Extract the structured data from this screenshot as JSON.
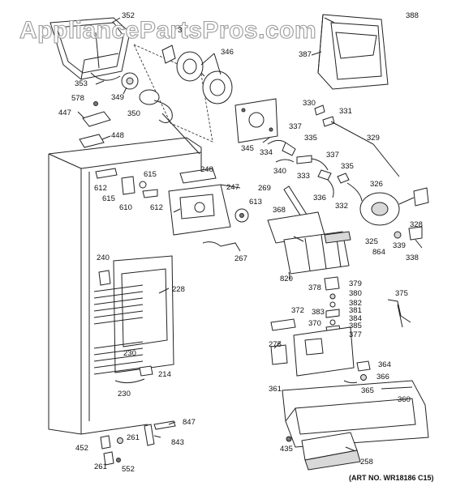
{
  "watermark": "AppliancePartsPros.com",
  "art_number": "(ART NO. WR18186 C15)",
  "callouts": [
    {
      "id": "c352",
      "text": "352"
    },
    {
      "id": "c3",
      "text": "3"
    },
    {
      "id": "c346",
      "text": "346"
    },
    {
      "id": "c388",
      "text": "388"
    },
    {
      "id": "c387",
      "text": "387"
    },
    {
      "id": "c353",
      "text": "353"
    },
    {
      "id": "c349",
      "text": "349"
    },
    {
      "id": "c578",
      "text": "578"
    },
    {
      "id": "c447",
      "text": "447"
    },
    {
      "id": "c350",
      "text": "350"
    },
    {
      "id": "c448",
      "text": "448"
    },
    {
      "id": "c330",
      "text": "330"
    },
    {
      "id": "c331",
      "text": "331"
    },
    {
      "id": "c345",
      "text": "345"
    },
    {
      "id": "c337a",
      "text": "337"
    },
    {
      "id": "c335a",
      "text": "335"
    },
    {
      "id": "c334",
      "text": "334"
    },
    {
      "id": "c329",
      "text": "329"
    },
    {
      "id": "c340",
      "text": "340"
    },
    {
      "id": "c333",
      "text": "333"
    },
    {
      "id": "c337b",
      "text": "337"
    },
    {
      "id": "c335b",
      "text": "335"
    },
    {
      "id": "c248",
      "text": "248"
    },
    {
      "id": "c615a",
      "text": "615"
    },
    {
      "id": "c612a",
      "text": "612"
    },
    {
      "id": "c615b",
      "text": "615"
    },
    {
      "id": "c610",
      "text": "610"
    },
    {
      "id": "c612b",
      "text": "612"
    },
    {
      "id": "c247",
      "text": "247"
    },
    {
      "id": "c613",
      "text": "613"
    },
    {
      "id": "c269",
      "text": "269"
    },
    {
      "id": "c336",
      "text": "336"
    },
    {
      "id": "c332",
      "text": "332"
    },
    {
      "id": "c326",
      "text": "326"
    },
    {
      "id": "c368",
      "text": "368"
    },
    {
      "id": "c328",
      "text": "328"
    },
    {
      "id": "c325",
      "text": "325"
    },
    {
      "id": "c339",
      "text": "339"
    },
    {
      "id": "c864",
      "text": "864"
    },
    {
      "id": "c338",
      "text": "338"
    },
    {
      "id": "c267",
      "text": "267"
    },
    {
      "id": "c240",
      "text": "240"
    },
    {
      "id": "c820",
      "text": "820"
    },
    {
      "id": "c379",
      "text": "379"
    },
    {
      "id": "c378",
      "text": "378"
    },
    {
      "id": "c380",
      "text": "380"
    },
    {
      "id": "c228",
      "text": "228"
    },
    {
      "id": "c382",
      "text": "382"
    },
    {
      "id": "c375",
      "text": "375"
    },
    {
      "id": "c372",
      "text": "372"
    },
    {
      "id": "c383",
      "text": "383"
    },
    {
      "id": "c381",
      "text": "381"
    },
    {
      "id": "c384",
      "text": "384"
    },
    {
      "id": "c370",
      "text": "370"
    },
    {
      "id": "c385",
      "text": "385"
    },
    {
      "id": "c377",
      "text": "377"
    },
    {
      "id": "c275",
      "text": "275"
    },
    {
      "id": "c230a",
      "text": "230"
    },
    {
      "id": "c364",
      "text": "364"
    },
    {
      "id": "c214",
      "text": "214"
    },
    {
      "id": "c366",
      "text": "366"
    },
    {
      "id": "c361",
      "text": "361"
    },
    {
      "id": "c365",
      "text": "365"
    },
    {
      "id": "c230b",
      "text": "230"
    },
    {
      "id": "c360",
      "text": "360"
    },
    {
      "id": "c847",
      "text": "847"
    },
    {
      "id": "c452",
      "text": "452"
    },
    {
      "id": "c261a",
      "text": "261"
    },
    {
      "id": "c843",
      "text": "843"
    },
    {
      "id": "c435",
      "text": "435"
    },
    {
      "id": "c258",
      "text": "258"
    },
    {
      "id": "c261b",
      "text": "261"
    },
    {
      "id": "c552",
      "text": "552"
    }
  ]
}
